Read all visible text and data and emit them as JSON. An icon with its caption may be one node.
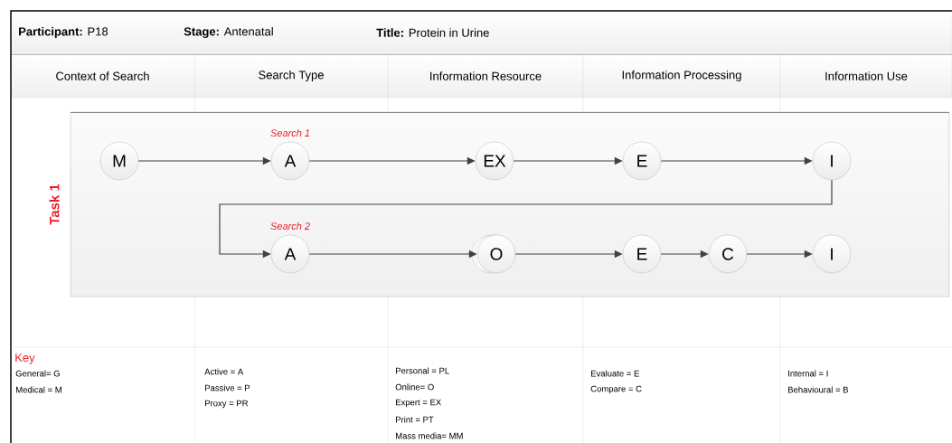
{
  "diagram": {
    "nodes": [
      {
        "text": [
          "Task 1"
        ]
      },
      {
        "text": [
          "M"
        ],
        "in": 0
      },
      {
        "text": [
          "A"
        ],
        "in": 0,
        "beside": [
          "Search 1"
        ]
      },
      {
        "text": [
          "EX"
        ],
        "in": 0
      },
      {
        "text": [
          "E"
        ],
        "in": 0
      },
      {
        "text": [
          "I"
        ],
        "in": 0
      },
      {
        "text": [
          "A"
        ],
        "in": 0,
        "beside": [
          "Search 2"
        ]
      },
      {
        "text": [
          "O"
        ],
        "in": 0
      },
      {
        "text": [
          "E"
        ],
        "in": 0
      },
      {
        "text": [
          "C"
        ],
        "in": 0
      },
      {
        "text": [
          "I"
        ],
        "in": 0
      }
    ],
    "edges": [
      {
        "from": 1,
        "to": 2,
        "arrow": "to"
      },
      {
        "from": 2,
        "to": 3,
        "arrow": "to"
      },
      {
        "from": 3,
        "to": 4,
        "arrow": "to"
      },
      {
        "from": 4,
        "to": 5,
        "arrow": "to"
      },
      {
        "from": 5,
        "to": 6,
        "arrow": "to"
      },
      {
        "from": 6,
        "to": 7,
        "arrow": "to"
      },
      {
        "from": 7,
        "to": 8,
        "arrow": "to"
      },
      {
        "from": 8,
        "to": 9,
        "arrow": "to"
      },
      {
        "from": 9,
        "to": 10,
        "arrow": "to"
      }
    ],
    "labels": [
      "**Participant:** P18",
      "**Stage:** Antenatal",
      "**Title:** Protein in Urine",
      "Context of Search",
      "Search Type",
      "Information Resource",
      "Information Processing",
      "Information Use",
      "Key",
      "General= G",
      "Medical = M",
      "Active = A",
      "Passive = P",
      "Proxy = PR",
      "Personal = PL",
      "Online= O",
      "Expert = EX",
      "Print = PT",
      "Mass media= MM",
      "Evaluate = E",
      "Compare = C",
      "Internal = I",
      "Behavioural = B"
    ]
  }
}
